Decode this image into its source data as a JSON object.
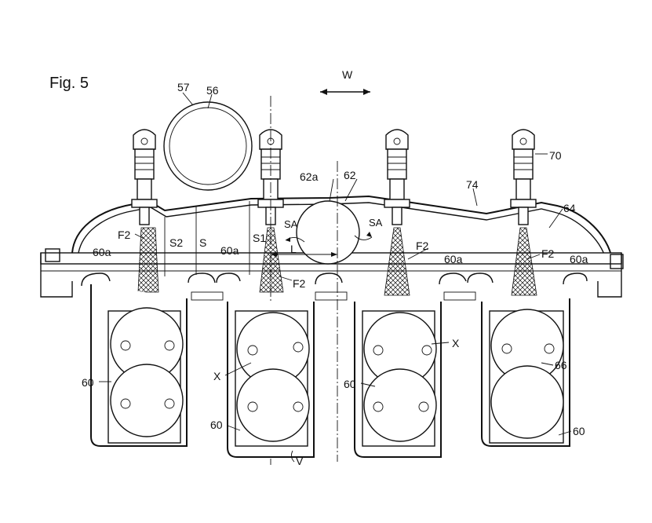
{
  "figure": {
    "title": "Fig. 5"
  },
  "labels": {
    "w": "W",
    "n57": "57",
    "n56": "56",
    "n62a": "62a",
    "n62": "62",
    "n74": "74",
    "n70": "70",
    "n64": "64",
    "sa_left": "SA",
    "sa_right": "SA",
    "s2": "S2",
    "s": "S",
    "s1": "S1",
    "l": "L",
    "f2_1": "F2",
    "f2_2": "F2",
    "f2_3": "F2",
    "f2_4": "F2",
    "n60a_1": "60a",
    "n60a_2": "60a",
    "n60a_3": "60a",
    "n60a_4": "60a",
    "x_1": "X",
    "x_2": "X",
    "n60_1": "60",
    "n60_2": "60",
    "n60_3": "60",
    "n60_4": "60",
    "n66": "66",
    "v": "V"
  },
  "colors": {
    "line": "#111111",
    "background": "#ffffff"
  }
}
